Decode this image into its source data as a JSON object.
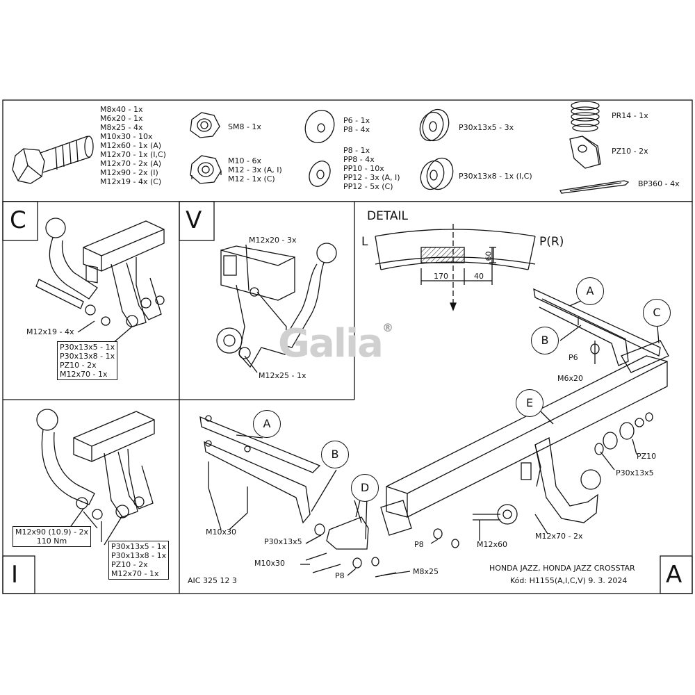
{
  "parts_list": {
    "bolts": [
      "M8x40 - 1x",
      "M6x20 - 1x",
      "M8x25 - 4x",
      "M10x30 - 10x",
      "M12x60 - 1x (A)",
      "M12x70 - 1x (I,C)",
      "M12x70 - 2x (A)",
      "M12x90 - 2x (I)",
      "M12x19 - 4x (C)"
    ],
    "nut_sm8": "SM8 - 1x",
    "nuts": [
      "M10 - 6x",
      "M12 - 3x (A, I)",
      "M12 - 1x (C)"
    ],
    "washers_small": [
      "P6 - 1x",
      "P8 - 4x"
    ],
    "washers_plates": [
      "P8 - 1x",
      "PP8 - 4x",
      "PP10 - 10x",
      "PP12 - 3x (A, I)",
      "PP12 - 5x (C)"
    ],
    "spacer_1": "P30x13x5 - 3x",
    "spacer_2": "P30x13x8 - 1x (I,C)",
    "spring": "PR14 - 1x",
    "pz10": "PZ10 - 2x",
    "pin": "BP360 - 4x"
  },
  "panel_c": {
    "letter": "C",
    "bolt_label": "M12x19 - 4x",
    "box_lines": [
      "P30x13x5 - 1x",
      "P30x13x8 - 1x",
      "PZ10 - 2x",
      "M12x70 - 1x"
    ]
  },
  "panel_v": {
    "letter": "V",
    "top_label": "M12x20 - 3x",
    "bottom_label": "M12x25 - 1x"
  },
  "panel_i": {
    "letter": "I",
    "torque_lines": [
      "M12x90 (10.9) - 2x",
      "110 Nm"
    ],
    "box_lines": [
      "P30x13x5 - 1x",
      "P30x13x8 - 1x",
      "PZ10 - 2x",
      "M12x70 - 1x"
    ]
  },
  "detail": {
    "title": "DETAIL",
    "left": "L",
    "right": "P(R)",
    "dim_170": "170",
    "dim_40": "40",
    "dim_60": "60"
  },
  "main": {
    "letter": "A",
    "code": "AIC 325 12 3",
    "vehicle": "HONDA JAZZ, HONDA JAZZ CROSSTAR",
    "kod": "Kód: H1155(A,I,C,V)  9. 3. 2024",
    "callouts": {
      "a1": "A",
      "a2": "A",
      "b1": "B",
      "b2": "B",
      "c": "C",
      "d": "D",
      "e": "E"
    },
    "labels": {
      "p6": "P6",
      "m6x20": "M6x20",
      "pz10": "PZ10",
      "p30x13x5_right": "P30x13x5",
      "m12x70": "M12x70 - 2x",
      "m12x60": "M12x60",
      "p8_1": "P8",
      "m8x25": "M8x25",
      "p8_2": "P8",
      "m10x30_1": "M10x30",
      "m10x30_2": "M10x30",
      "p30x13x5_left": "P30x13x5"
    }
  },
  "logo": {
    "text": "Galia",
    "mark": "®"
  }
}
